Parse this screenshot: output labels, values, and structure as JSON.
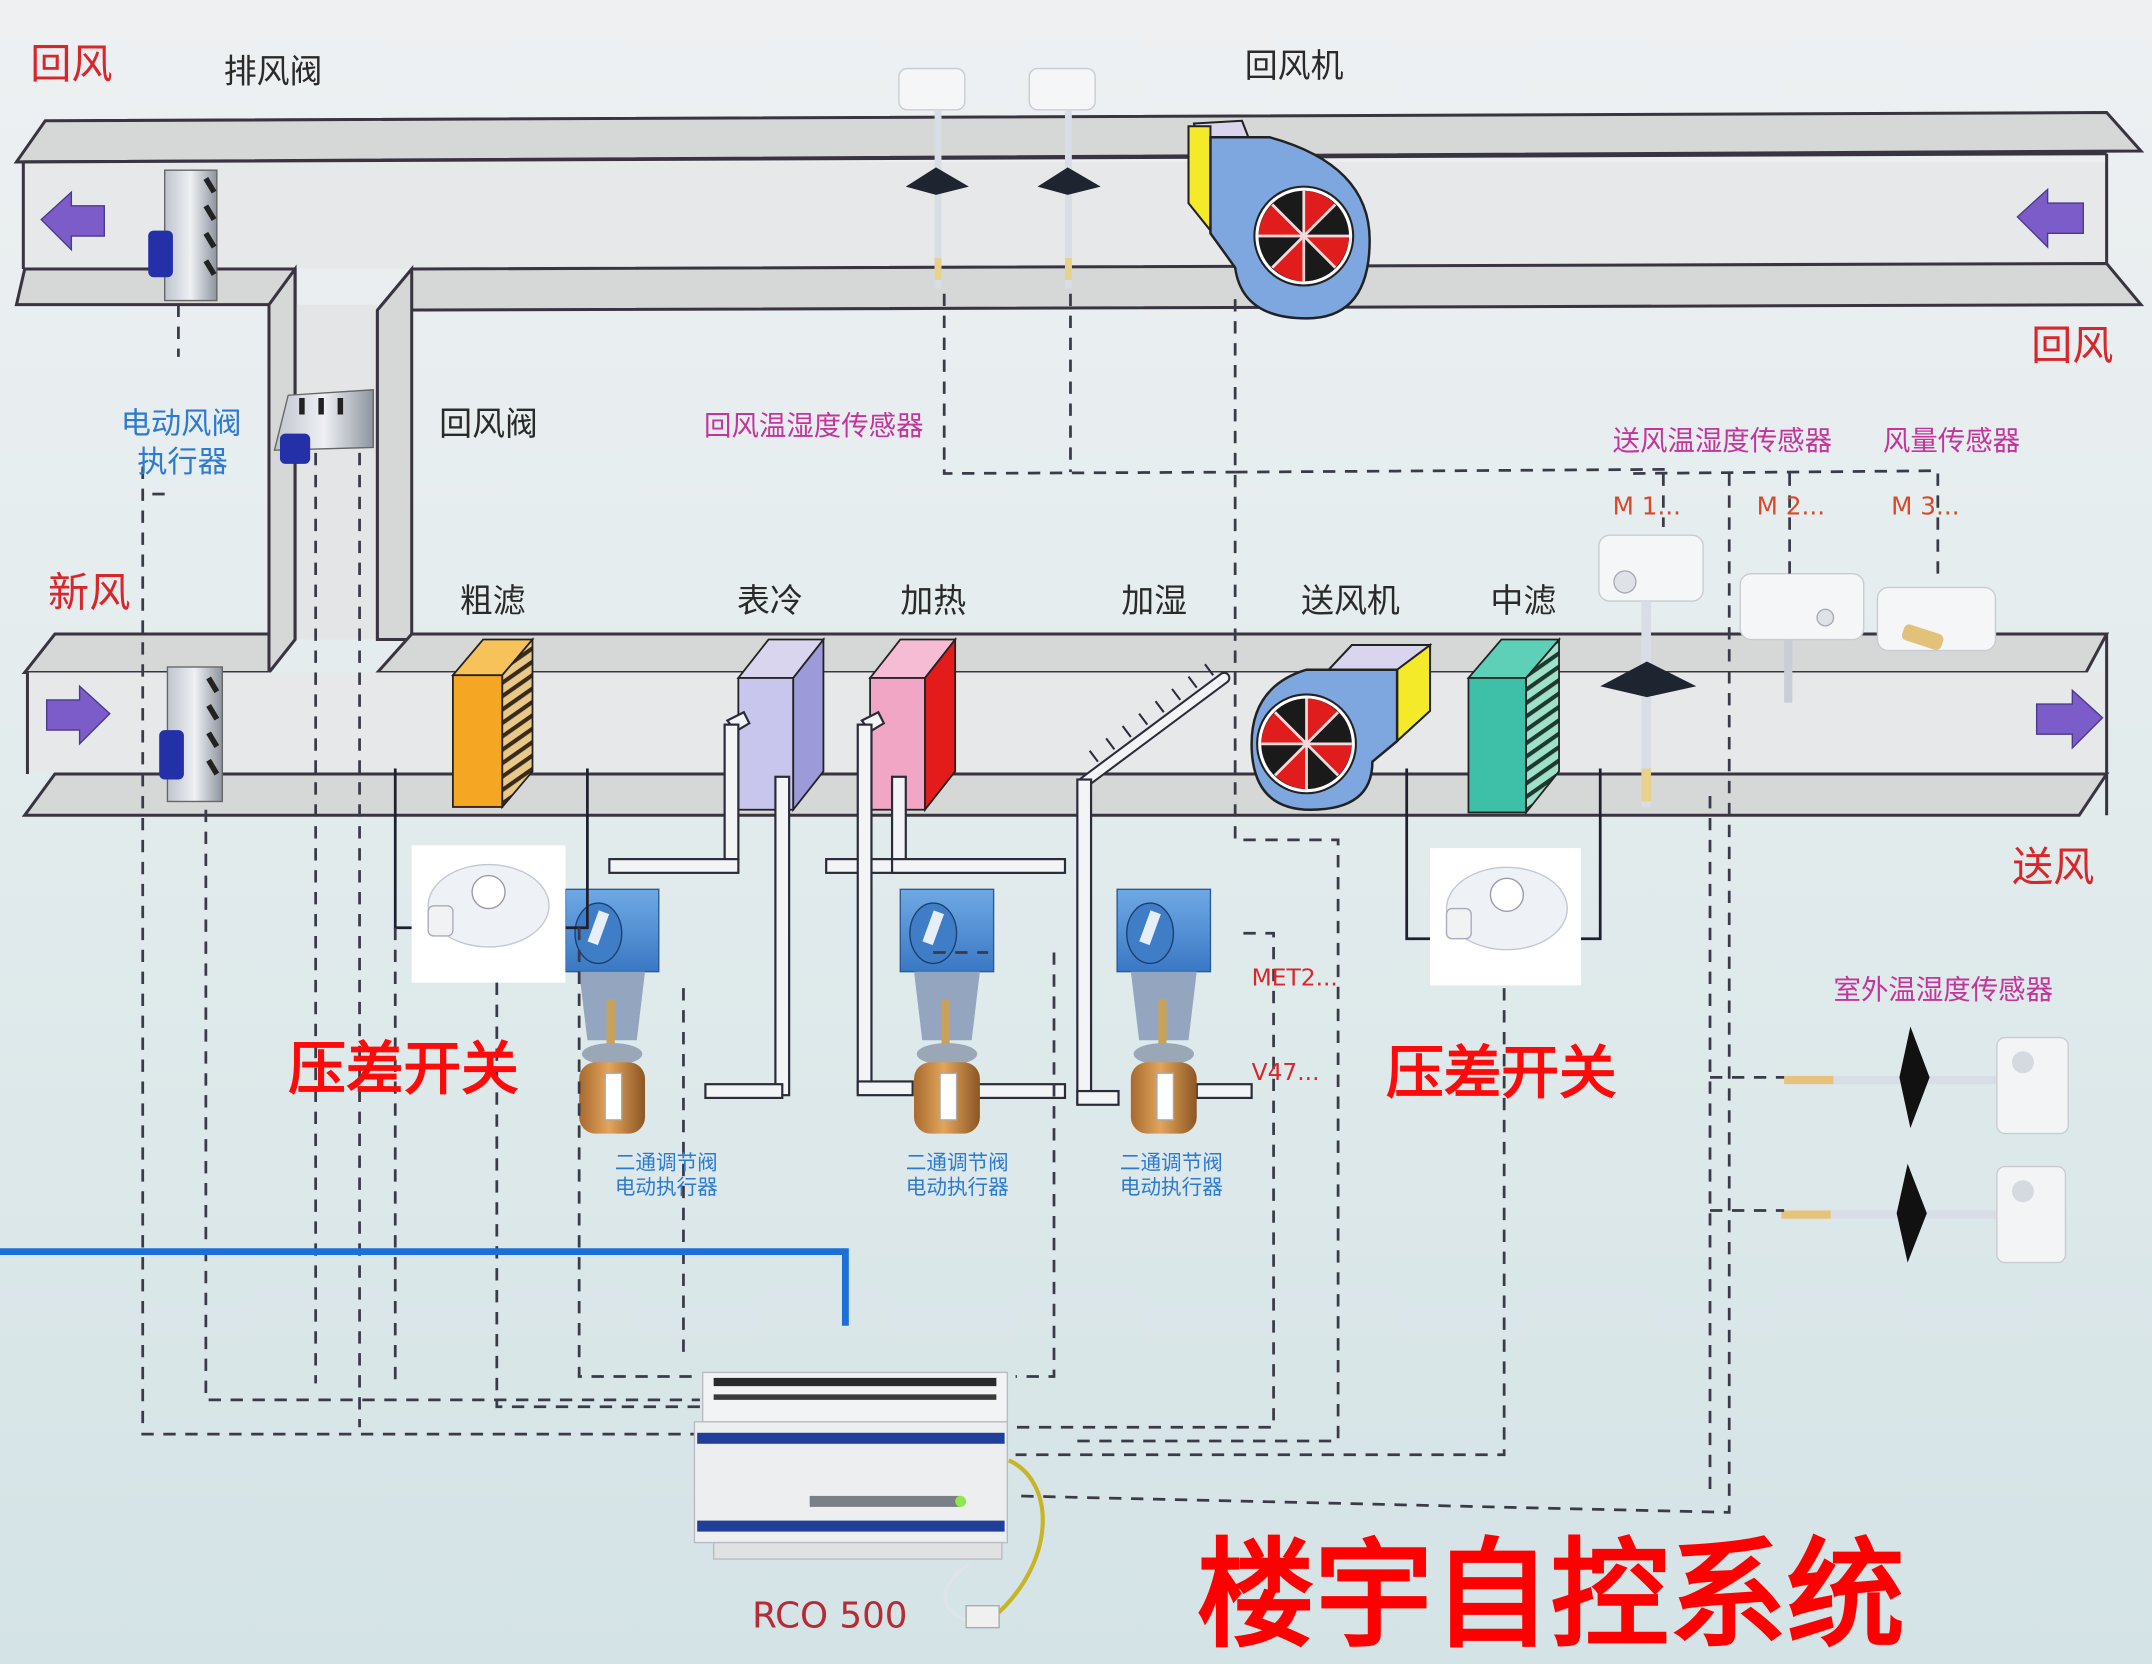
{
  "title": "楼宇自控系统",
  "labels": {
    "return_air_top_left": "回风",
    "exhaust_damper": "排风阀",
    "return_fan": "回风机",
    "return_air_right": "回风",
    "damper_actuator_line1": "电动风阀",
    "damper_actuator_line2": "执行器",
    "return_damper": "回风阀",
    "return_air_temp_humidity_sensor": "回风温湿度传感器",
    "supply_air_temp_humidity_sensor": "送风温湿度传感器",
    "airflow_sensor": "风量传感器",
    "fresh_air": "新风",
    "coarse_filter": "粗滤",
    "cooling_coil": "表冷",
    "heating_coil": "加热",
    "humidifier": "加湿",
    "supply_fan": "送风机",
    "medium_filter": "中滤",
    "supply_air": "送风",
    "outdoor_temp_humidity_sensor": "室外温湿度传感器",
    "pressure_switch_left": "压差开关",
    "pressure_switch_right": "压差开关",
    "controller": "RCO 500"
  },
  "sensor_codes": [
    "M  1...",
    "M  2...",
    "M  3..."
  ],
  "valve_codes": [
    "MET2...",
    "V47..."
  ],
  "valves": [
    {
      "line1": "二通调节阀",
      "line2": "电动执行器"
    },
    {
      "line1": "二通调节阀",
      "line2": "电动执行器"
    },
    {
      "line1": "二通调节阀",
      "line2": "电动执行器"
    }
  ],
  "colors": {
    "background": "#dfe9ea",
    "title_red": "#ff0000",
    "label_red": "#d8262a",
    "label_magenta": "#c2359b",
    "label_blue": "#2c7bd0",
    "air_arrow": "#7b5cc8",
    "coarse_filter": "#f5a623",
    "cooling_coil": "#c9c6ee",
    "heating_coil_front": "#f2a6c6",
    "heating_coil_side": "#e31b1b",
    "medium_filter": "#3dbfa8",
    "fan_housing": "#7ea7e0",
    "fan_motor": "#f4ea2a",
    "bus_line": "#1b6fd6"
  }
}
